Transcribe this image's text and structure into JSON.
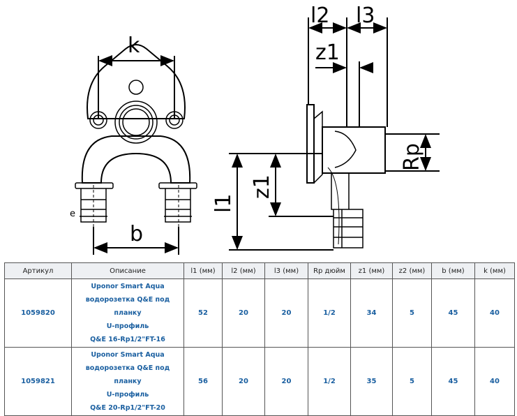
{
  "drawing": {
    "labels": {
      "k": "k",
      "b": "b",
      "l2": "l2",
      "l3": "l3",
      "z1_top": "z1",
      "rp": "Rp",
      "l1": "l1",
      "z1_side": "z1",
      "e": "e"
    }
  },
  "table": {
    "headers": [
      "Артикул",
      "Описание",
      "l1 (мм)",
      "l2 (мм)",
      "l3 (мм)",
      "Rp дюйм",
      "z1 (мм)",
      "z2 (мм)",
      "b (мм)",
      "k (мм)"
    ],
    "rows": [
      {
        "article": "1059820",
        "desc": [
          "Uponor Smart Aqua",
          "водорозетка Q&E под планку",
          "U-профиль",
          "Q&E 16-Rp1/2\"FT-16"
        ],
        "l1": "52",
        "l2": "20",
        "l3": "20",
        "rp": "1/2",
        "z1": "34",
        "z2": "5",
        "b": "45",
        "k": "40"
      },
      {
        "article": "1059821",
        "desc": [
          "Uponor Smart Aqua",
          "водорозетка Q&E под планку",
          "U-профиль",
          "Q&E 20-Rp1/2\"FT-20"
        ],
        "l1": "56",
        "l2": "20",
        "l3": "20",
        "rp": "1/2",
        "z1": "35",
        "z2": "5",
        "b": "45",
        "k": "40"
      }
    ]
  },
  "colors": {
    "link": "#1a5fa0",
    "header_bg": "#eef0f3"
  }
}
